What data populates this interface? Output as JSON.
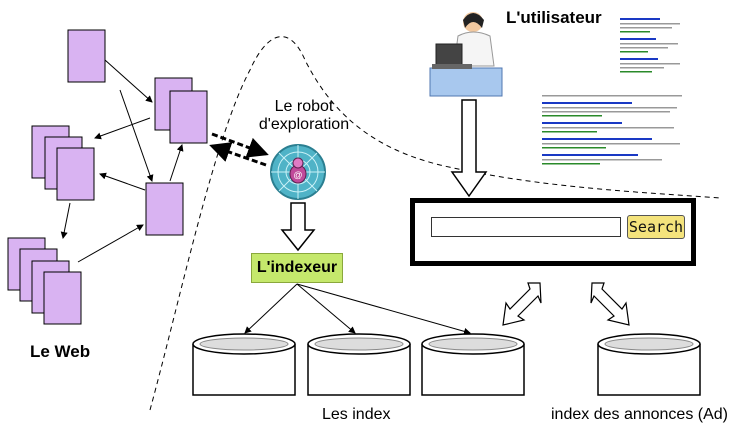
{
  "labels": {
    "web": "Le Web",
    "user": "L'utilisateur",
    "robot": "Le robot d'exploration",
    "indexer": "L'indexeur",
    "indexes": "Les index",
    "ad_index": "index des annonces (Ad)"
  },
  "search": {
    "button": "Search",
    "value": ""
  },
  "colors": {
    "page": "#d9b3f2",
    "indexer": "#c5e86c",
    "robot": "#4fb3c7",
    "search_button": "#f4e37c"
  },
  "icons": [
    "spider-icon",
    "user-at-computer-icon",
    "database-icon",
    "double-arrow-icon"
  ]
}
